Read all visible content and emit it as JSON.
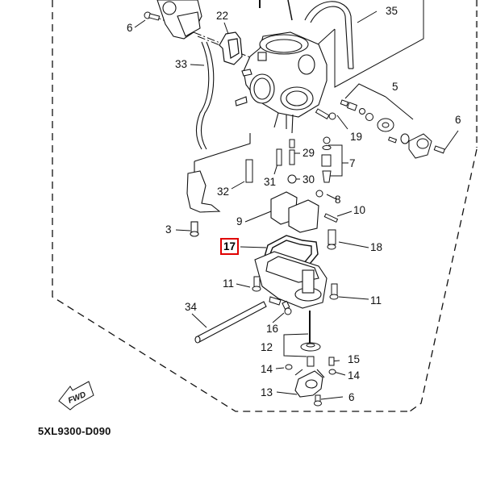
{
  "diagram": {
    "title_code": "5XL9300-D090",
    "direction_indicator": "FWD",
    "highlighted_part": "17",
    "highlight_color": "#e00000",
    "callouts": [
      {
        "id": "c6a",
        "label": "6",
        "part": "screw"
      },
      {
        "id": "c22",
        "label": "22",
        "part": "gasket"
      },
      {
        "id": "c35",
        "label": "35",
        "part": "hose"
      },
      {
        "id": "c33",
        "label": "33",
        "part": "hose"
      },
      {
        "id": "c5",
        "label": "5",
        "part": "coasting-enricher-assembly"
      },
      {
        "id": "c6b",
        "label": "6",
        "part": "screw"
      },
      {
        "id": "c19",
        "label": "19",
        "part": "screw"
      },
      {
        "id": "c29",
        "label": "29",
        "part": "jet"
      },
      {
        "id": "c7",
        "label": "7",
        "part": "needle-valve-set"
      },
      {
        "id": "c31",
        "label": "31",
        "part": "jet"
      },
      {
        "id": "c30",
        "label": "30",
        "part": "jet"
      },
      {
        "id": "c32",
        "label": "32",
        "part": "screw"
      },
      {
        "id": "c8",
        "label": "8",
        "part": "screw"
      },
      {
        "id": "c9",
        "label": "9",
        "part": "float"
      },
      {
        "id": "c10",
        "label": "10",
        "part": "pin"
      },
      {
        "id": "c3",
        "label": "3",
        "part": "screw"
      },
      {
        "id": "c17",
        "label": "17",
        "part": "gasket-float-chamber"
      },
      {
        "id": "c18",
        "label": "18",
        "part": "drain-screw"
      },
      {
        "id": "c11a",
        "label": "11",
        "part": "screw"
      },
      {
        "id": "c11b",
        "label": "11",
        "part": "screw"
      },
      {
        "id": "c34",
        "label": "34",
        "part": "hose"
      },
      {
        "id": "c16",
        "label": "16",
        "part": "screw"
      },
      {
        "id": "c12",
        "label": "12",
        "part": "accelerator-pump-set"
      },
      {
        "id": "c15",
        "label": "15",
        "part": "plug"
      },
      {
        "id": "c14a",
        "label": "14",
        "part": "o-ring"
      },
      {
        "id": "c14b",
        "label": "14",
        "part": "o-ring"
      },
      {
        "id": "c13",
        "label": "13",
        "part": "cover"
      },
      {
        "id": "c6c",
        "label": "6",
        "part": "screw"
      }
    ]
  }
}
